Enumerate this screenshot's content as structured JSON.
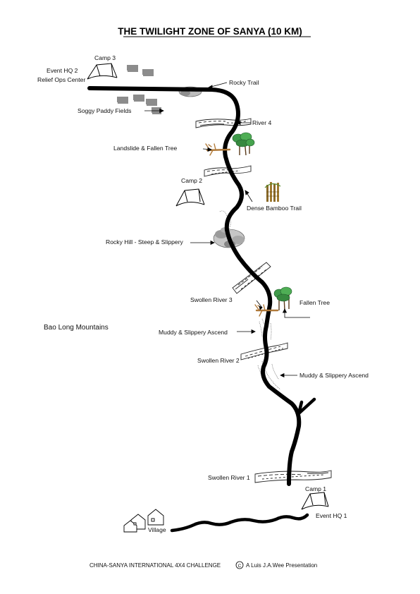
{
  "title": "THE TWILIGHT ZONE OF SANYA (10 KM)",
  "region_label": "Bao Long Mountains",
  "labels": {
    "camp3": "Camp 3",
    "hq2_line1": "Event HQ 2",
    "hq2_line2": "Relief Ops Center",
    "rocky_trail": "Rocky Trail",
    "soggy_paddy": "Soggy Paddy Fields",
    "river4": "River 4",
    "landslide": "Landslide & Fallen Tree",
    "camp2": "Camp 2",
    "dense_bamboo": "Dense Bamboo Trail",
    "rocky_hill": "Rocky Hill - Steep & Slippery",
    "swollen_river3": "Swollen River 3",
    "fallen_tree": "Fallen Tree",
    "muddy1": "Muddy & Slippery Ascend",
    "swollen_river2": "Swollen River 2",
    "muddy2": "Muddy & Slippery Ascend",
    "swollen_river1": "Swollen River 1",
    "camp1": "Camp 1",
    "hq1": "Event HQ 1",
    "village": "Village"
  },
  "footer": {
    "left": "CHINA-SANYA INTERNATIONAL 4X4 CHALLENGE",
    "copyright_symbol": "C",
    "right": "A Luis J.A.Wee Presentation"
  },
  "colors": {
    "route": "#000000",
    "tree_trunk": "#b07a3a",
    "foliage": "#3f9a4a",
    "bamboo": "#8a6a2a",
    "rock": "#9a9a9a"
  }
}
